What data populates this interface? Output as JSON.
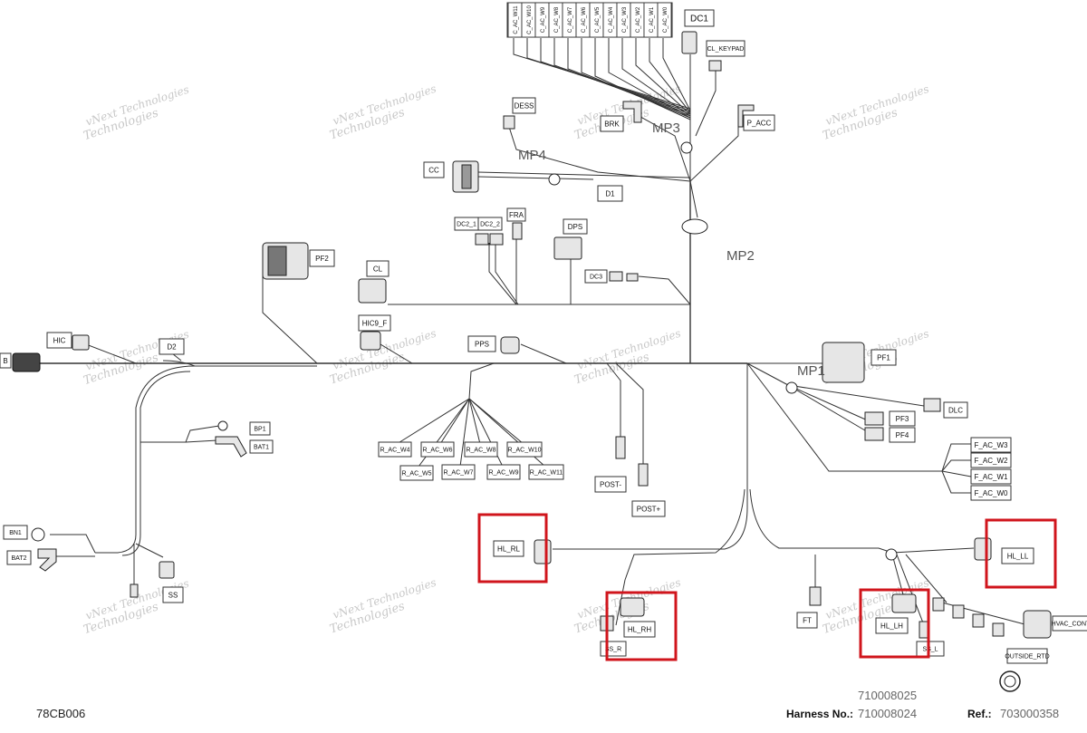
{
  "labels": {
    "dc1": "DC1",
    "cl_keypad": "CL_KEYPAD",
    "dess": "DESS",
    "brk": "BRK",
    "p_acc": "P_ACC",
    "mp3": "MP3",
    "mp4": "MP4",
    "mp2": "MP2",
    "mp1": "MP1",
    "cc": "CC",
    "d1": "D1",
    "d2": "D2",
    "dc2_1": "DC2_1",
    "dc2_2": "DC2_2",
    "fra": "FRA",
    "dps": "DPS",
    "dc3": "DC3",
    "pf2": "PF2",
    "cl": "CL",
    "hic9_f": "HIC9_F",
    "hic": "HIC",
    "b": "B",
    "pps": "PPS",
    "pf1": "PF1",
    "dlc": "DLC",
    "pf3": "PF3",
    "pf4": "PF4",
    "f_ac_w3": "F_AC_W3",
    "f_ac_w2": "F_AC_W2",
    "f_ac_w1": "F_AC_W1",
    "f_ac_w0": "F_AC_W0",
    "bp1": "BP1",
    "bat1": "BAT1",
    "r_ac_w4": "R_AC_W4",
    "r_ac_w5": "R_AC_W5",
    "r_ac_w6": "R_AC_W6",
    "r_ac_w7": "R_AC_W7",
    "r_ac_w8": "R_AC_W8",
    "r_ac_w9": "R_AC_W9",
    "r_ac_w10": "R_AC_W10",
    "r_ac_w11": "R_AC_W11",
    "post_minus": "POST-",
    "post_plus": "POST+",
    "bn1": "BN1",
    "bat2": "BAT2",
    "ss": "SS",
    "hl_rl": "HL_RL",
    "hl_rh": "HL_RH",
    "ss_r": "SS_R",
    "ft": "FT",
    "hl_lh": "HL_LH",
    "ss_l": "SS_L",
    "hl_ll": "HL_LL",
    "hvac_cont": "HVAC_CONT",
    "outside_rtd": "OUTSIDE_RTD"
  },
  "top_connectors": [
    "C_AC_W11",
    "C_AC_W10",
    "C_AC_W9",
    "C_AC_W8",
    "C_AC_W7",
    "C_AC_W6",
    "C_AC_W5",
    "C_AC_W4",
    "C_AC_W3",
    "C_AC_W2",
    "C_AC_W1",
    "C_AC_W0"
  ],
  "watermark": "vNext Technologies",
  "footer": {
    "drawing_id": "78CB006",
    "harness_label": "Harness No.:",
    "harness_number_1": "710008025",
    "harness_number_2": "710008024",
    "ref_label": "Ref.:",
    "ref_number": "703000358"
  },
  "colors": {
    "wire": "#333333",
    "highlight": "#d0151c",
    "watermark": "#c8c8c8"
  }
}
